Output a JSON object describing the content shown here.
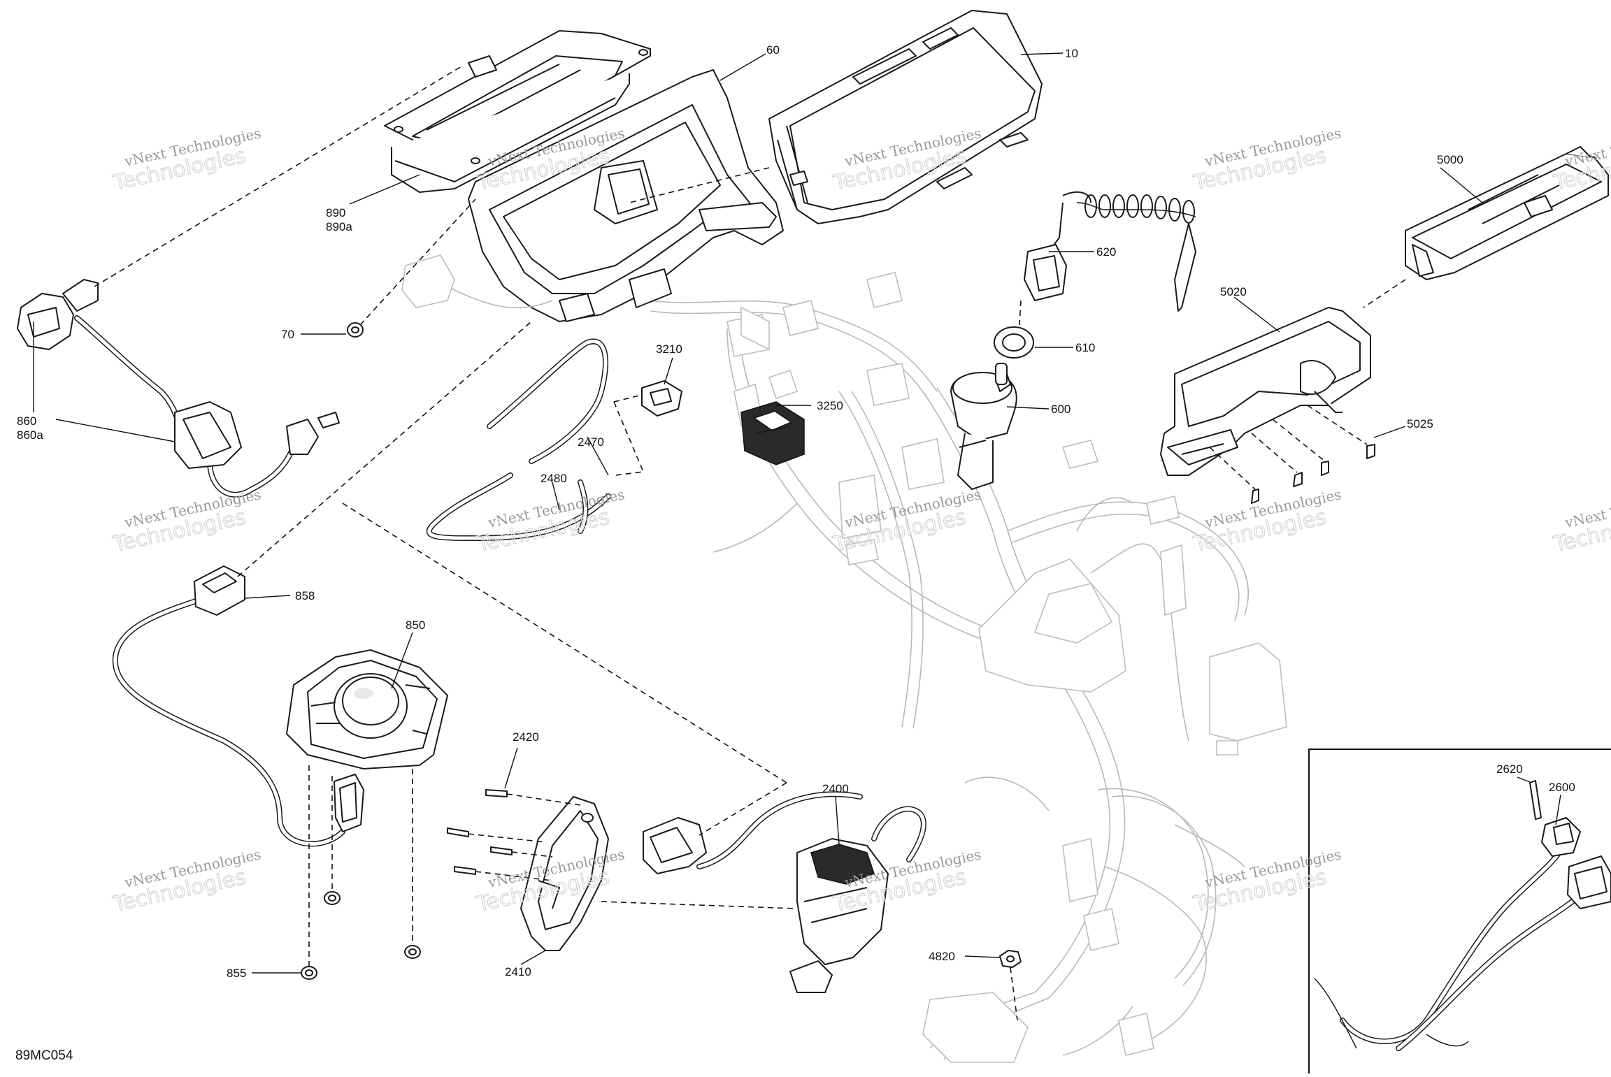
{
  "diagram_code": "89MC054",
  "watermark": {
    "line1": "vNext Technologies",
    "line2": "Technologies"
  },
  "callouts": [
    {
      "id": "c10",
      "text": "10"
    },
    {
      "id": "c60",
      "text": "60"
    },
    {
      "id": "c890",
      "text": "890"
    },
    {
      "id": "c890a",
      "text": "890a"
    },
    {
      "id": "c70",
      "text": "70"
    },
    {
      "id": "c860",
      "text": "860"
    },
    {
      "id": "c860a",
      "text": "860a"
    },
    {
      "id": "c620",
      "text": "620"
    },
    {
      "id": "c610",
      "text": "610"
    },
    {
      "id": "c600",
      "text": "600"
    },
    {
      "id": "c3210",
      "text": "3210"
    },
    {
      "id": "c3250",
      "text": "3250"
    },
    {
      "id": "c2470",
      "text": "2470"
    },
    {
      "id": "c2480",
      "text": "2480"
    },
    {
      "id": "c5000",
      "text": "5000"
    },
    {
      "id": "c5020",
      "text": "5020"
    },
    {
      "id": "c5025",
      "text": "5025"
    },
    {
      "id": "c858",
      "text": "858"
    },
    {
      "id": "c850",
      "text": "850"
    },
    {
      "id": "c855",
      "text": "855"
    },
    {
      "id": "c2420",
      "text": "2420"
    },
    {
      "id": "c2410",
      "text": "2410"
    },
    {
      "id": "c2400",
      "text": "2400"
    },
    {
      "id": "c4820",
      "text": "4820"
    },
    {
      "id": "c2620",
      "text": "2620"
    },
    {
      "id": "c2600",
      "text": "2600"
    }
  ]
}
